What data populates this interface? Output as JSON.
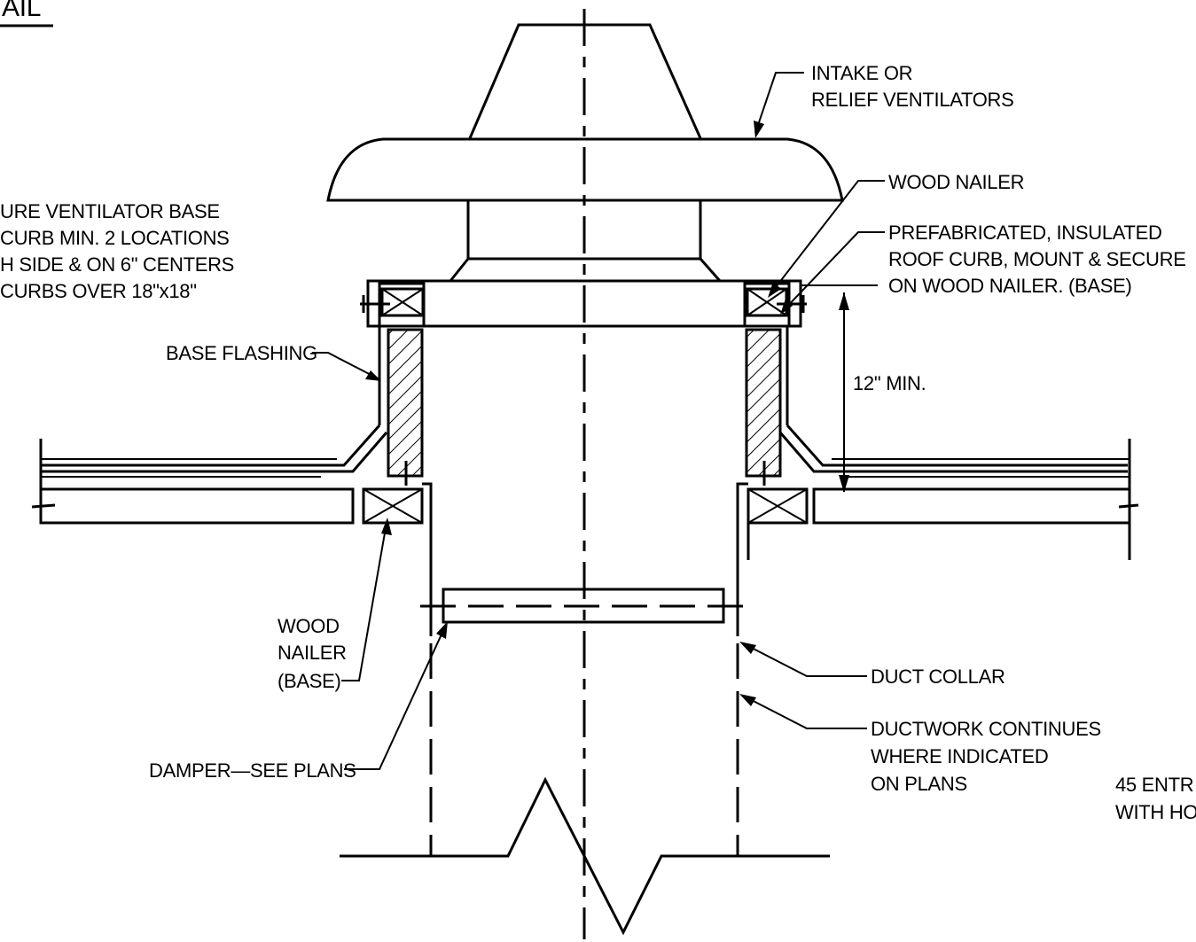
{
  "title": "AIL",
  "labels": {
    "intake": [
      "INTAKE OR",
      "RELIEF VENTILATORS"
    ],
    "wood_nailer_top": "WOOD NAILER",
    "roof_curb": [
      "PREFABRICATED, INSULATED",
      "ROOF CURB, MOUNT & SECURE",
      "ON WOOD NAILER. (BASE)"
    ],
    "secure_note": [
      "URE VENTILATOR BASE",
      "CURB MIN. 2 LOCATIONS",
      "H SIDE & ON 6\" CENTERS",
      " CURBS OVER 18\"x18\""
    ],
    "base_flashing": "BASE FLASHING",
    "min_height": "12\" MIN.",
    "wood_nailer_base": [
      "WOOD",
      "NAILER",
      "(BASE)"
    ],
    "duct_collar": "DUCT COLLAR",
    "ductwork": [
      "DUCTWORK CONTINUES",
      "WHERE INDICATED",
      "ON PLANS"
    ],
    "damper": "DAMPER—SEE PLANS",
    "adjacent_note": [
      "45 ENTR",
      "WITH HOI"
    ]
  }
}
